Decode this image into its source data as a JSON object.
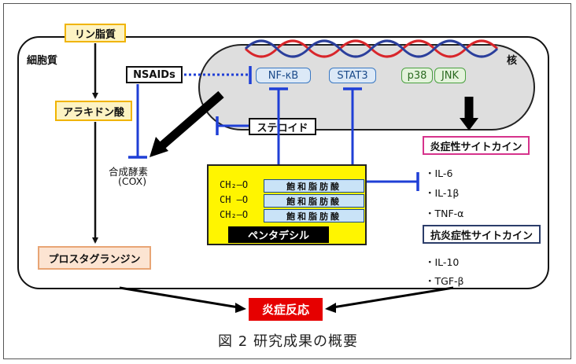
{
  "labels": {
    "cytoplasm": "細胞質",
    "nucleus": "核"
  },
  "lipid_pathway": {
    "phospholipid": "リン脂質",
    "arachidonic_acid": "アラキドン酸",
    "prostaglandin": "プロスタグランジン",
    "enzyme": "合成酵素",
    "enzyme_abbr": "(COX)"
  },
  "inhibitors": {
    "nsaids": "NSAIDs",
    "steroid": "ステロイド"
  },
  "nuclear_factors": {
    "nfkb": "NF-κB",
    "stat3": "STAT3",
    "p38": "p38",
    "jnk": "JNK"
  },
  "compound": {
    "rows": [
      {
        "chem": "CH₂—O",
        "fa": "飽和脂肪酸"
      },
      {
        "chem": "CH —O",
        "fa": "飽和脂肪酸"
      },
      {
        "chem": "CH₂—O",
        "fa": "飽和脂肪酸"
      }
    ],
    "name": "ペンタデシル"
  },
  "cytokines": {
    "inflammatory_title": "炎症性サイトカイン",
    "inflammatory": [
      "・IL-6",
      "・IL-1β",
      "・TNF-α"
    ],
    "anti_inflammatory_title": "抗炎症性サイトカイン",
    "anti_inflammatory": [
      "・IL-10",
      "・TGF-β"
    ]
  },
  "result": "炎症反応",
  "caption": "図 2  研究成果の概要",
  "colors": {
    "inhibit": "#1f3fd6",
    "dna_red": "#d8262b",
    "dna_blue": "#2b3f9c",
    "result_red": "#e60000"
  }
}
